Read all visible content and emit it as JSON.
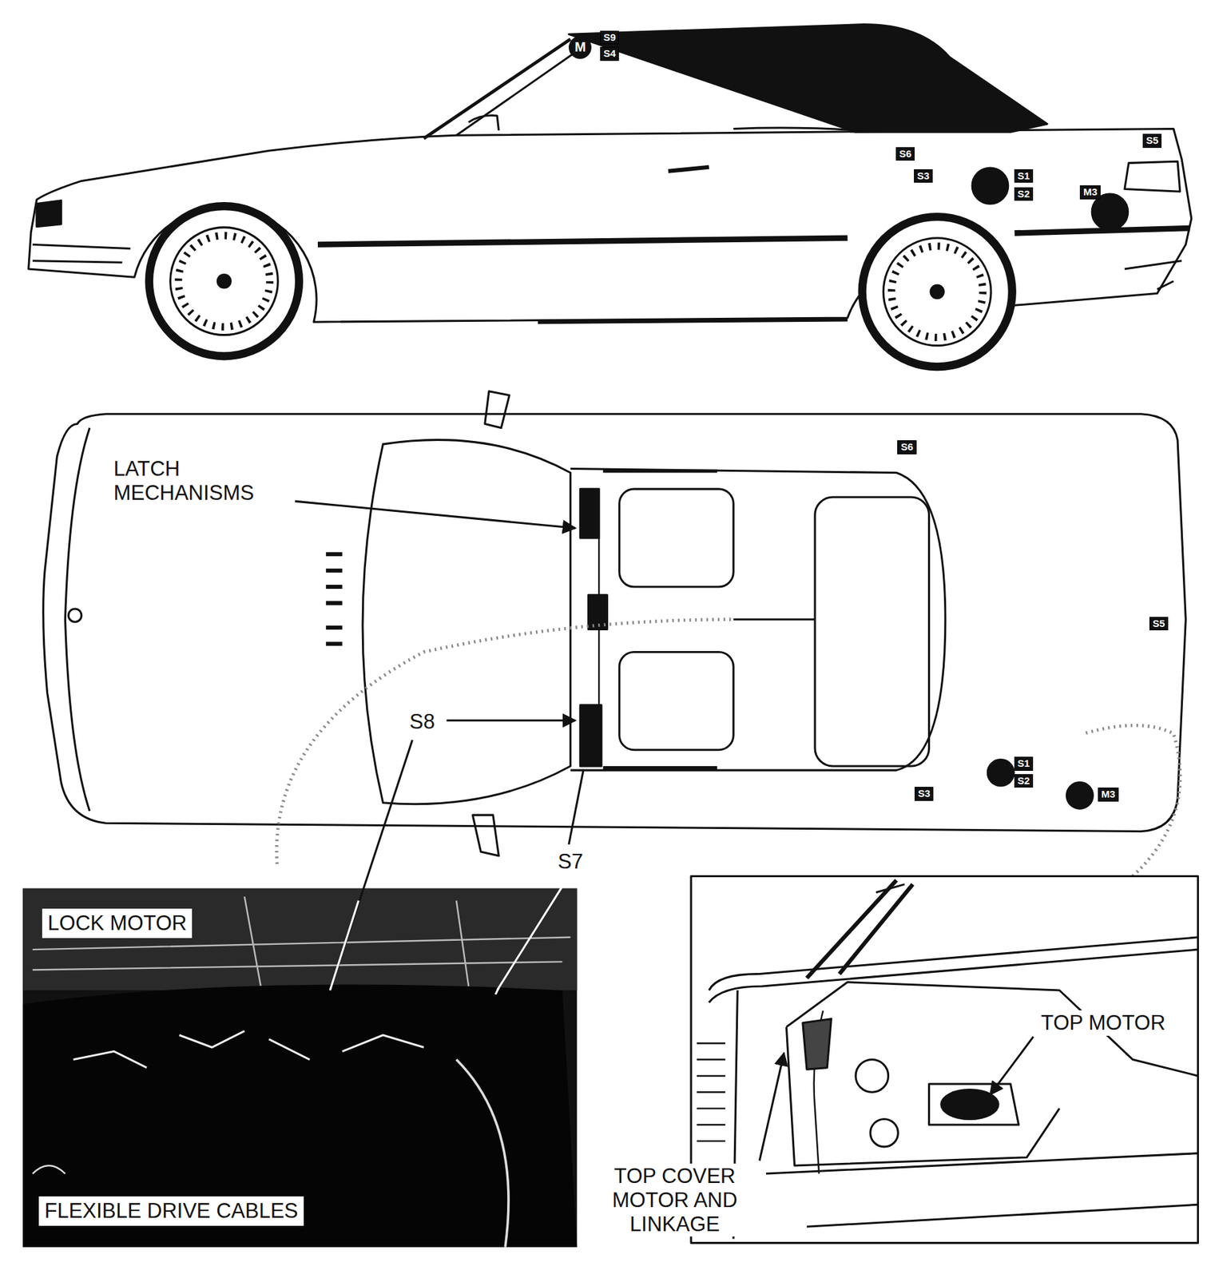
{
  "diagram": {
    "nodes": [
      {
        "text": [
          "M"
        ]
      },
      {
        "text": [
          "S9"
        ]
      },
      {
        "text": [
          "S4"
        ]
      },
      {
        "text": [
          "S6"
        ]
      },
      {
        "text": [
          "S3"
        ]
      },
      {
        "text": [
          "S1"
        ]
      },
      {
        "text": [
          "S2"
        ]
      },
      {
        "text": [
          "M3"
        ]
      },
      {
        "text": [
          "S5"
        ]
      },
      {
        "text": [
          "S6"
        ]
      },
      {
        "text": [
          "S5"
        ]
      },
      {
        "text": [
          "S1"
        ]
      },
      {
        "text": [
          "S2"
        ]
      },
      {
        "text": [
          "S3"
        ]
      },
      {
        "text": [
          "M3"
        ]
      },
      {
        "text": [
          "LOCK MOTOR"
        ]
      },
      {
        "text": [
          "FLEXIBLE DRIVE CABLES"
        ]
      }
    ],
    "labels": [
      "LATCH MECHANISMS",
      "S8",
      "S7",
      "TOP MOTOR",
      "TOP COVER MOTOR AND LINKAGE"
    ]
  }
}
